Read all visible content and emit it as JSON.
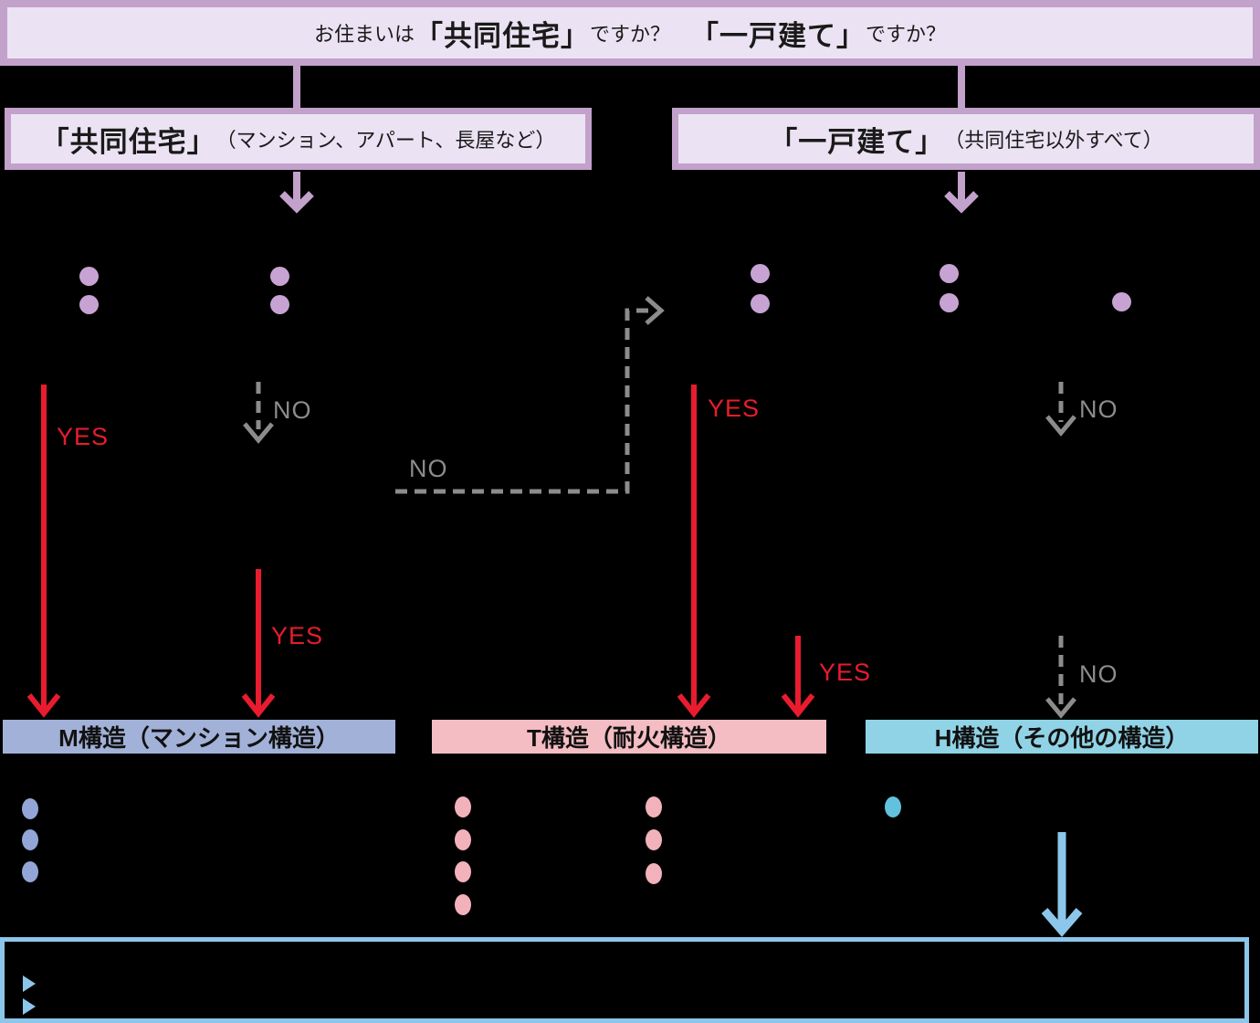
{
  "question": {
    "prefix": "お住まいは",
    "option1": "「共同住宅」",
    "ask1": "ですか？",
    "option2": "「一戸建て」",
    "ask2": "ですか？"
  },
  "branches": {
    "left": {
      "title": "「共同住宅」",
      "note": "（マンション、アパート、長屋など）"
    },
    "right": {
      "title": "「一戸建て」",
      "note": "（共同住宅以外すべて）"
    }
  },
  "decision_labels": {
    "yes": "YES",
    "no": "NO"
  },
  "results": {
    "m": {
      "label": "M構造（マンション構造）"
    },
    "t": {
      "label": "T構造（耐火構造）"
    },
    "h": {
      "label": "H構造（その他の構造）"
    }
  },
  "icons": {
    "arrow_down": "↓",
    "arrow_right": "→",
    "bullet": "●",
    "triangle_right": "▶"
  },
  "colors": {
    "purple_border": "#c2a1cb",
    "purple_fill": "#ebe3f3",
    "purple_dot": "#c7a3d3",
    "red_arrow": "#e81c2e",
    "gray_arrow": "#8c8c8c",
    "m_bar": "#a2b1d8",
    "m_dot": "#93a5d6",
    "t_bar": "#f4bdc3",
    "t_dot": "#f2b2bc",
    "h_bar": "#90d3e6",
    "h_dot": "#62c2dd",
    "blue_arrow": "#8cc6ea",
    "background": "#000000"
  }
}
